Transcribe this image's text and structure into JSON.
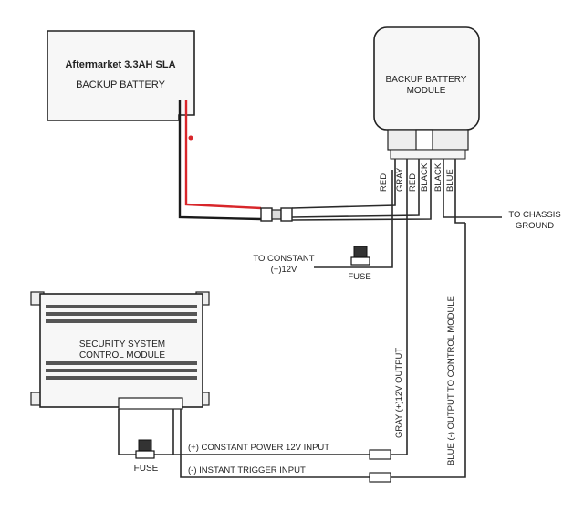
{
  "battery": {
    "title": "Aftermarket 3.3AH SLA",
    "name": "BACKUP BATTERY"
  },
  "module": {
    "line1": "BACKUP BATTERY",
    "line2": "MODULE"
  },
  "wires": [
    "RED",
    "GRAY",
    "RED",
    "BLACK",
    "BLACK",
    "BLUE"
  ],
  "chassis": {
    "line1": "TO CHASSIS",
    "line2": "GROUND"
  },
  "constant": {
    "line1": "TO CONSTANT",
    "line2": "(+)12V"
  },
  "fuse_top": "FUSE",
  "fuse_bottom": "FUSE",
  "control": {
    "line1": "SECURITY SYSTEM",
    "line2": "CONTROL MODULE"
  },
  "gray_output": "GRAY (+)12V OUTPUT",
  "blue_output": "BLUE (-) OUTPUT TO CONTROL MODULE",
  "power_input": "(+) CONSTANT POWER 12V INPUT",
  "trigger_input": "(-) INSTANT TRIGGER INPUT",
  "colors": {
    "red_wire": "#d8262a",
    "line": "#2a2a2a"
  }
}
